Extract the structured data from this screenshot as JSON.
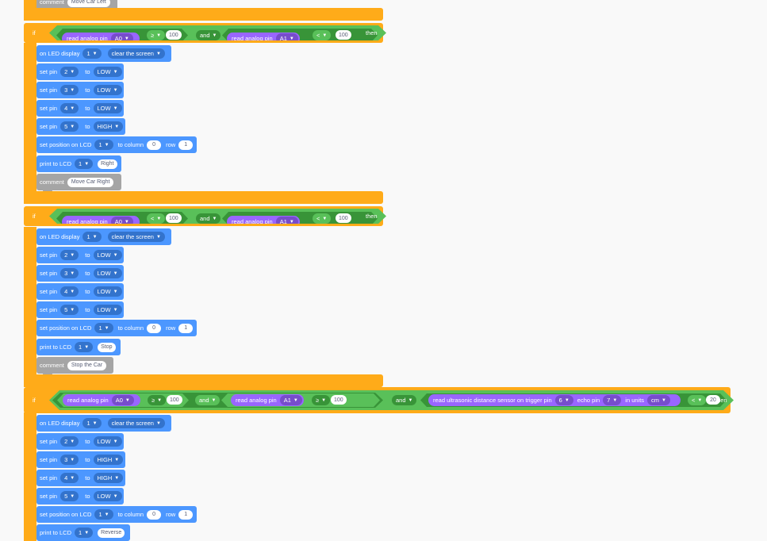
{
  "keywords": {
    "if": "if",
    "then": "then",
    "and": "and",
    "to": "to",
    "row": "row",
    "to_column": "to column"
  },
  "blocks": {
    "top_comment": {
      "label": "comment",
      "text": "Move Car Left"
    },
    "if1": {
      "cond1": {
        "label": "read analog pin",
        "pin": "A0",
        "op": "≥",
        "value": "100"
      },
      "cond2": {
        "label": "read analog pin",
        "pin": "A1",
        "op": "<",
        "value": "100"
      },
      "display": {
        "label": "on LED display",
        "id": "1",
        "action": "clear the screen"
      },
      "pins": [
        {
          "pin": "2",
          "level": "LOW"
        },
        {
          "pin": "3",
          "level": "LOW"
        },
        {
          "pin": "4",
          "level": "LOW"
        },
        {
          "pin": "5",
          "level": "HIGH"
        }
      ],
      "lcd_pos": {
        "label": "set position on LCD",
        "id": "1",
        "column": "0",
        "row": "1"
      },
      "print": {
        "label": "print to LCD",
        "id": "1",
        "text": "Right"
      },
      "comment": {
        "label": "comment",
        "text": "Move Car Right"
      }
    },
    "if2": {
      "cond1": {
        "label": "read analog pin",
        "pin": "A0",
        "op": "<",
        "value": "100"
      },
      "cond2": {
        "label": "read analog pin",
        "pin": "A1",
        "op": "<",
        "value": "100"
      },
      "display": {
        "label": "on LED display",
        "id": "1",
        "action": "clear the screen"
      },
      "pins": [
        {
          "pin": "2",
          "level": "LOW"
        },
        {
          "pin": "3",
          "level": "LOW"
        },
        {
          "pin": "4",
          "level": "LOW"
        },
        {
          "pin": "5",
          "level": "LOW"
        }
      ],
      "lcd_pos": {
        "label": "set position on LCD",
        "id": "1",
        "column": "0",
        "row": "1"
      },
      "print": {
        "label": "print to LCD",
        "id": "1",
        "text": "Stop"
      },
      "comment": {
        "label": "comment",
        "text": "Stop the Car"
      }
    },
    "if3": {
      "cond1": {
        "label": "read analog pin",
        "pin": "A0",
        "op": "≥",
        "value": "100"
      },
      "cond2": {
        "label": "read analog pin",
        "pin": "A1",
        "op": "≥",
        "value": "100"
      },
      "cond3": {
        "label": "read ultrasonic distance sensor on trigger pin",
        "trigger": "6",
        "echo_label": "echo pin",
        "echo": "7",
        "units_label": "in units",
        "units": "cm",
        "op": "<",
        "value": "20"
      },
      "display": {
        "label": "on LED display",
        "id": "1",
        "action": "clear the screen"
      },
      "pins": [
        {
          "pin": "2",
          "level": "LOW"
        },
        {
          "pin": "3",
          "level": "HIGH"
        },
        {
          "pin": "4",
          "level": "HIGH"
        },
        {
          "pin": "5",
          "level": "LOW"
        }
      ],
      "lcd_pos": {
        "label": "set position on LCD",
        "id": "1",
        "column": "0",
        "row": "1"
      },
      "print": {
        "label": "print to LCD",
        "id": "1",
        "text": "Reverse"
      }
    }
  },
  "set_pin_label": "set pin",
  "colors": {
    "control": "#ffab19",
    "operator": "#59c059",
    "input": "#9966ff",
    "output": "#4c97ff",
    "comment": "#a5a5a5"
  }
}
